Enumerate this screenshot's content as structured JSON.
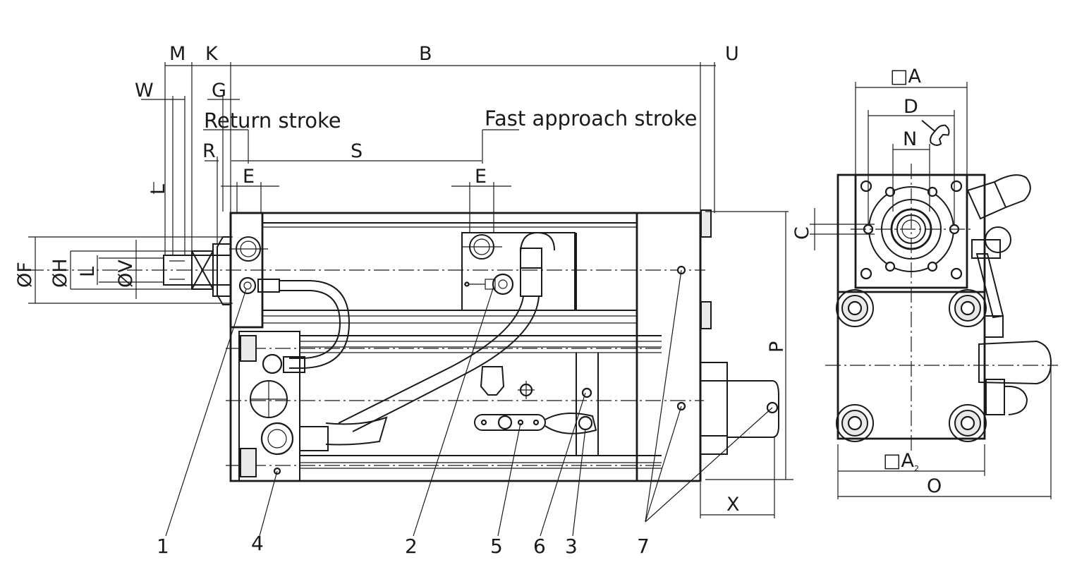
{
  "annotations": {
    "return_stroke": "Return stroke",
    "fast_approach_stroke": "Fast approach stroke"
  },
  "dimensions": {
    "M": "M",
    "K": "K",
    "B": "B",
    "U": "U",
    "W": "W",
    "G": "G",
    "R": "R",
    "S": "S",
    "E_left": "E",
    "E_right": "E",
    "L_upper": "L",
    "L_lower": "L",
    "OF": "ØF",
    "OH": "ØH",
    "OV": "ØV",
    "P": "P",
    "X": "X",
    "A_top": "□A",
    "D": "D",
    "N": "N",
    "C": "C",
    "A2": "□A",
    "A2_sub": "2",
    "O": "O"
  },
  "callouts": [
    "1",
    "4",
    "2",
    "5",
    "6",
    "3",
    "7"
  ],
  "icons": {
    "wrench": "wrench-icon"
  }
}
